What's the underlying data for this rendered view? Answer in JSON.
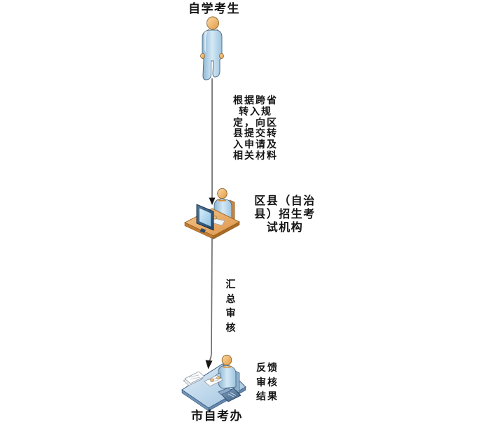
{
  "flow": {
    "nodes": {
      "candidate": {
        "label": "自学考生",
        "icon": "standing-person-icon"
      },
      "district": {
        "lines": [
          "区县（自治",
          "县）招生考",
          "试机构"
        ],
        "icon": "clerk-at-computer-icon"
      },
      "city": {
        "label": "市自考办",
        "icon": "clerk-at-service-desk-icon"
      }
    },
    "edges": {
      "submit": {
        "from": "candidate",
        "to": "district",
        "lines": [
          "根据跨省",
          "转入规",
          "定，向区",
          "县提交转",
          "入申请及",
          "相关材料"
        ]
      },
      "review": {
        "from": "district",
        "to": "city",
        "lines": [
          "汇",
          "总",
          "审",
          "核"
        ]
      },
      "feedback": {
        "at": "city",
        "lines": [
          "反馈",
          "审核",
          "结果"
        ]
      }
    }
  },
  "colors": {
    "background": "#ffffff",
    "text": "#141414",
    "connector_gray": "#6c6c6c",
    "arrowhead_black": "#161616",
    "person_blue_light": "#d4e9f6",
    "person_blue_dark": "#8cb4d2",
    "skin_light": "#fbd9a6",
    "skin_dark": "#e29b42",
    "collar_orange": "#e08a2e",
    "desk_wood_light": "#f4c488",
    "desk_wood_dark": "#dd9549",
    "chair_wood": "#cd8640",
    "monitor_navy": "#1f4266",
    "monitor_screen": "#d9eefa",
    "desk_blue_light": "#d6e8f5",
    "desk_blue_dark": "#9fc0dc",
    "phone_slate": "#3e5e80",
    "paper_white": "#fdfdfd"
  }
}
